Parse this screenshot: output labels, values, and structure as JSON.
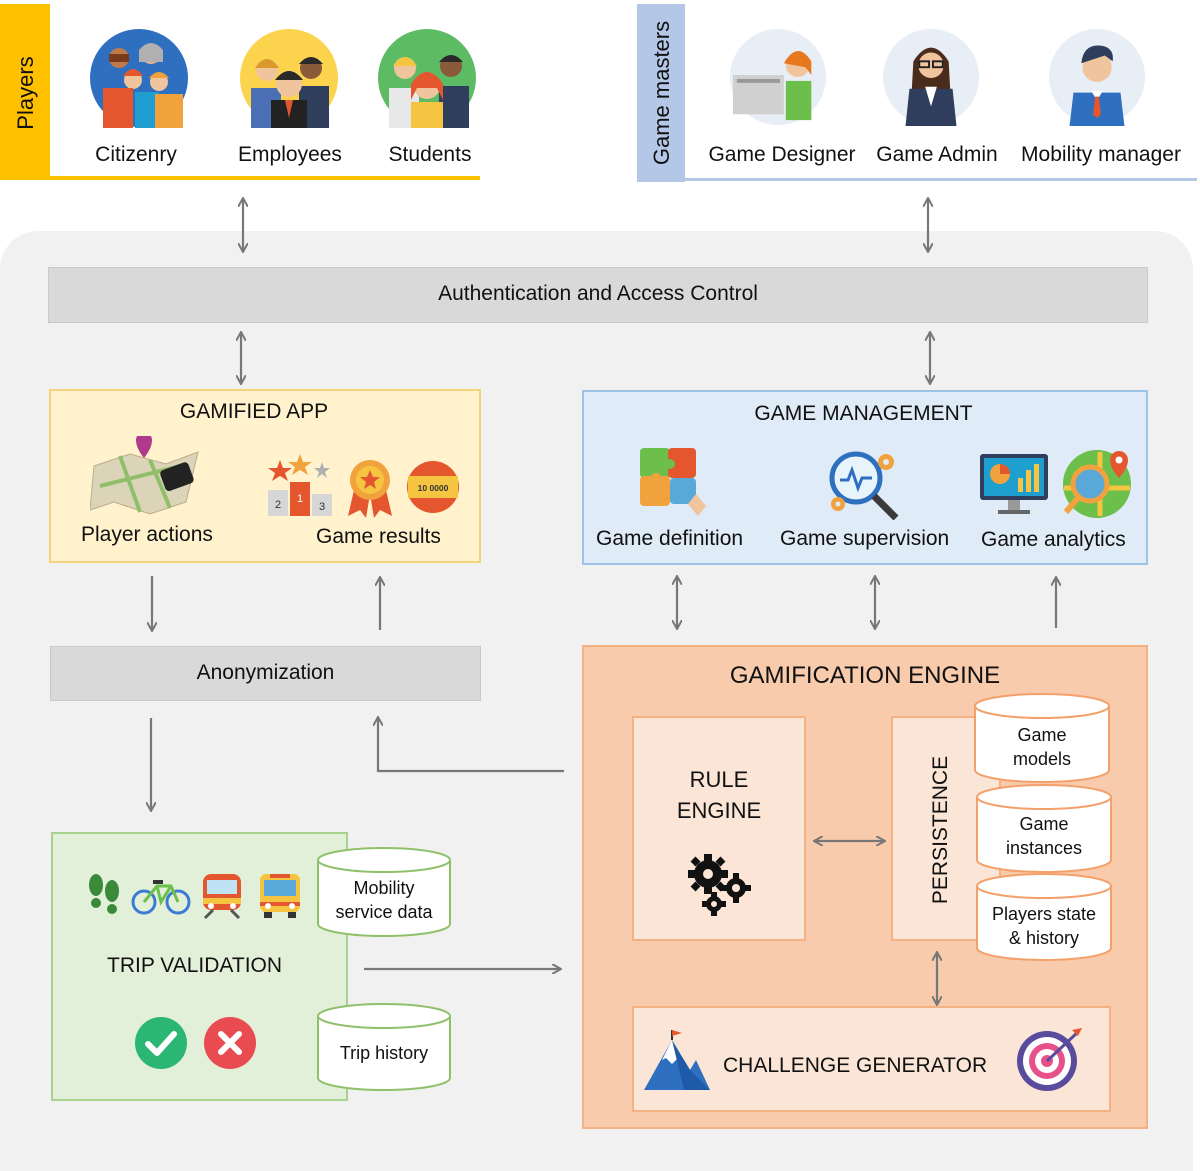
{
  "players": {
    "title": "Players",
    "groups": [
      {
        "label": "Citizenry",
        "icon": "citizenry-group-icon"
      },
      {
        "label": "Employees",
        "icon": "employees-group-icon"
      },
      {
        "label": "Students",
        "icon": "students-group-icon"
      }
    ]
  },
  "game_masters": {
    "title": "Game masters",
    "roles": [
      {
        "label": "Game Designer",
        "icon": "game-designer-avatar-icon"
      },
      {
        "label": "Game Admin",
        "icon": "game-admin-avatar-icon"
      },
      {
        "label": "Mobility manager",
        "icon": "mobility-manager-avatar-icon"
      }
    ]
  },
  "auth": {
    "label": "Authentication and Access Control"
  },
  "gamified_app": {
    "title": "GAMIFIED APP",
    "player_actions": "Player actions",
    "game_results": "Game results",
    "badge_value": "10 0000",
    "podium": [
      "2",
      "1",
      "3"
    ]
  },
  "game_management": {
    "title": "GAME MANAGEMENT",
    "definition": "Game definition",
    "supervision": "Game supervision",
    "analytics": "Game analytics"
  },
  "anonymization": {
    "label": "Anonymization"
  },
  "engine": {
    "title": "GAMIFICATION ENGINE",
    "rule_engine_1": "RULE",
    "rule_engine_2": "ENGINE",
    "persistence": "PERSISTENCE",
    "stores": [
      {
        "line1": "Game",
        "line2": "models"
      },
      {
        "line1": "Game",
        "line2": "instances"
      },
      {
        "line1": "Players state",
        "line2": "& history"
      }
    ],
    "challenge_generator": "CHALLENGE GENERATOR"
  },
  "trip_validation": {
    "title": "TRIP VALIDATION",
    "mobility_data_1": "Mobility",
    "mobility_data_2": "service data",
    "trip_history": "Trip history"
  },
  "colors": {
    "players_accent": "#ffc000",
    "game_masters_accent": "#b4c7e7",
    "app_fill": "#fff2cc",
    "management_fill": "#dfebf7",
    "validation_fill": "#e2f0d9",
    "engine_fill": "#f8cbad"
  }
}
